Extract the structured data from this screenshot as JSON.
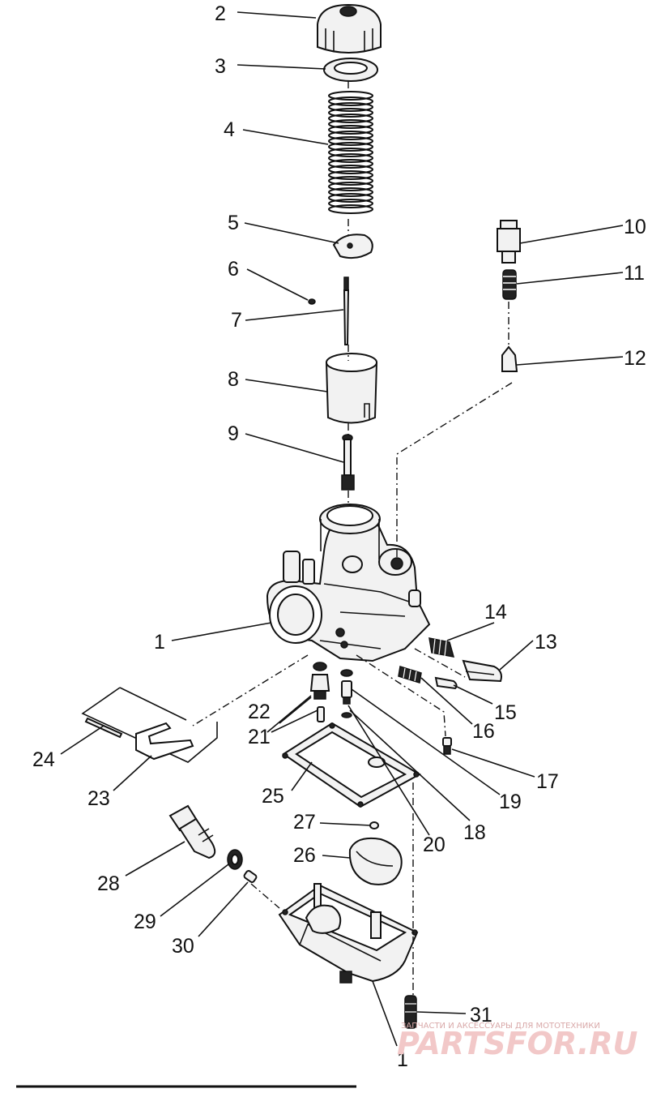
{
  "labels": [
    {
      "text": "1"
    },
    {
      "text": "1"
    },
    {
      "text": "2"
    },
    {
      "text": "3"
    },
    {
      "text": "4"
    },
    {
      "text": "5"
    },
    {
      "text": "6"
    },
    {
      "text": "7"
    },
    {
      "text": "8"
    },
    {
      "text": "9"
    },
    {
      "text": "10"
    },
    {
      "text": "11"
    },
    {
      "text": "12"
    },
    {
      "text": "13"
    },
    {
      "text": "14"
    },
    {
      "text": "15"
    },
    {
      "text": "16"
    },
    {
      "text": "17"
    },
    {
      "text": "18"
    },
    {
      "text": "19"
    },
    {
      "text": "20"
    },
    {
      "text": "21"
    },
    {
      "text": "22"
    },
    {
      "text": "23"
    },
    {
      "text": "24"
    },
    {
      "text": "25"
    },
    {
      "text": "26"
    },
    {
      "text": "27"
    },
    {
      "text": "28"
    },
    {
      "text": "29"
    },
    {
      "text": "30"
    },
    {
      "text": "31"
    }
  ],
  "watermark": {
    "tagline": "ЗАПЧАСТИ И АКСЕССУАРЫ ДЛЯ МОТОТЕХНИКИ",
    "brand": "PARTSFOR.RU",
    "color": "#f2c8c8"
  }
}
